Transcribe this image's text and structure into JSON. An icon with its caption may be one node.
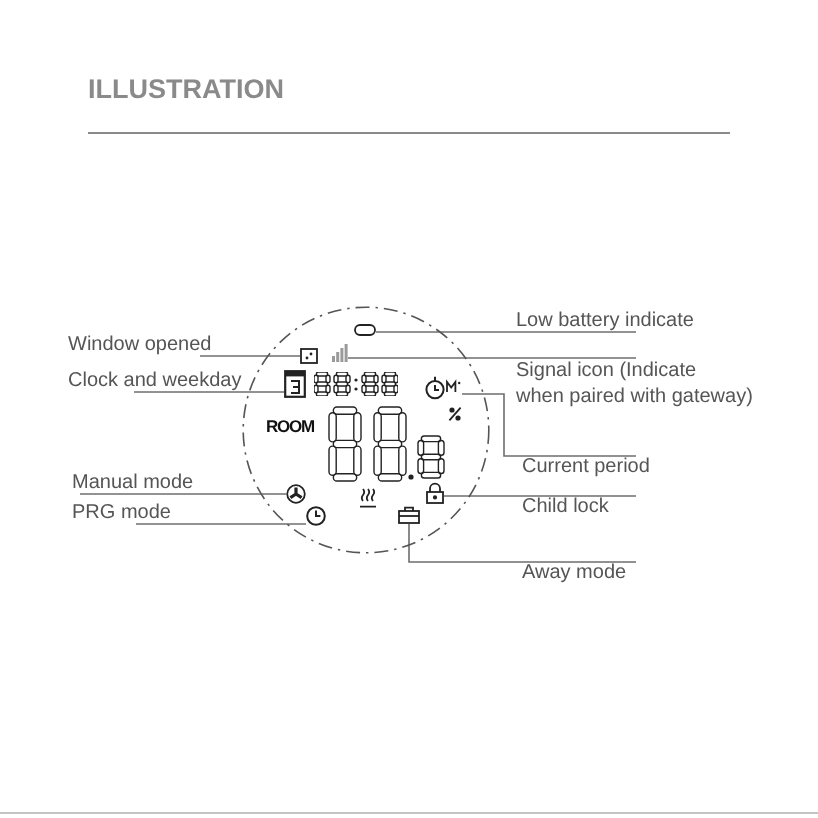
{
  "diagram": {
    "title": "ILLUSTRATION",
    "nodes": [
      {
        "text": [
          "Window opened"
        ]
      },
      {
        "text": [
          "Clock and weekday"
        ]
      },
      {
        "text": [
          "Manual mode"
        ]
      },
      {
        "text": [
          "PRG mode"
        ]
      },
      {
        "text": [
          "ROOM"
        ]
      },
      {
        "text": [],
        "shape": "box",
        "in": 4
      },
      {
        "text": [],
        "shape": "picture",
        "in": 4
      },
      {
        "text": [],
        "shape": "picture",
        "in": 4
      },
      {
        "text": [],
        "shape": "picture",
        "in": 4
      },
      {
        "text": [],
        "shape": "picture",
        "in": 4
      },
      {
        "text": [],
        "shape": "picture",
        "in": 4
      },
      {
        "text": [],
        "shape": "picture",
        "in": 4
      },
      {
        "text": [],
        "shape": "picture",
        "in": 4
      },
      {
        "text": [],
        "shape": "picture",
        "in": 4
      },
      {
        "text": [
          "Low battery indicate"
        ]
      },
      {
        "text": [
          "Signal icon (Indicate when paired with gateway)"
        ]
      },
      {
        "text": [
          "Current period"
        ]
      },
      {
        "text": [
          "Child lock"
        ]
      },
      {
        "text": [
          "Away mode"
        ]
      }
    ],
    "edges": [
      {
        "from": 0,
        "to": 6,
        "arrow": "none"
      },
      {
        "from": 1,
        "to": 8,
        "arrow": "none"
      },
      {
        "from": 2,
        "to": 10,
        "arrow": "none"
      },
      {
        "from": 3,
        "to": 12,
        "arrow": "none"
      },
      {
        "from": 14,
        "to": 5,
        "arrow": "none"
      },
      {
        "from": 15,
        "to": 7,
        "arrow": "none"
      },
      {
        "from": 16,
        "to": 9,
        "arrow": "none"
      },
      {
        "from": 17,
        "to": 11,
        "arrow": "none"
      },
      {
        "from": 18,
        "to": 13,
        "arrow": "none"
      }
    ]
  }
}
